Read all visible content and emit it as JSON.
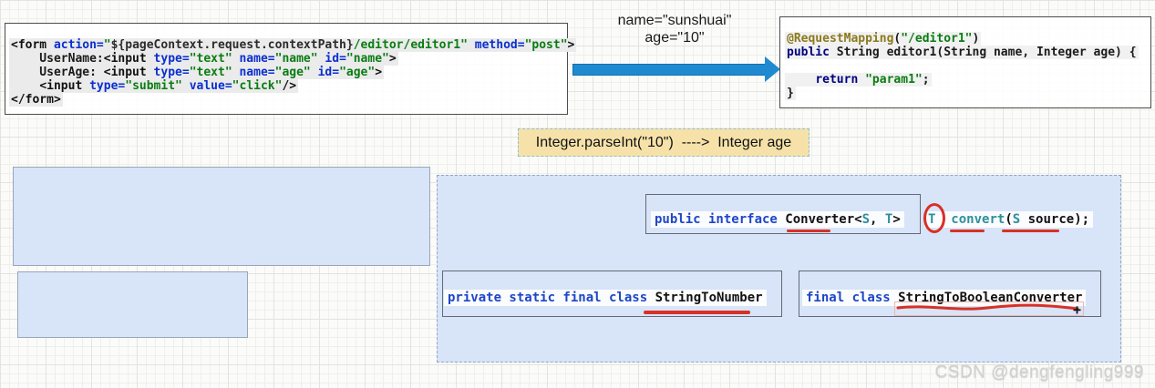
{
  "transfer": {
    "line1": "name=\"sunshuai\"",
    "line2": "age=\"10\""
  },
  "note": {
    "text": "Integer.parseInt(\"10\")  ---->  Integer age"
  },
  "watermark": "CSDN @dengfengling999",
  "colors": {
    "arrow_blue": "#1e8bd1",
    "panel_blue": "#d8e4f7",
    "note_yellow": "#f6e2a9",
    "annotation_red": "#d93025",
    "keyword_blue": "#1e46c8",
    "keyword_navy": "#00007f",
    "string_green": "#0a7d12",
    "type_teal": "#2e8f9c",
    "annotation_olive": "#8a7a1c"
  },
  "jsp_code": {
    "lines": [
      [
        [
          "tag",
          "<form "
        ],
        [
          "attr",
          "action="
        ],
        [
          "str",
          "\""
        ],
        [
          "el",
          "${pageContext.request.contextPath}"
        ],
        [
          "str",
          "/editor/editor1\""
        ],
        [
          "plain",
          " "
        ],
        [
          "attr",
          "method="
        ],
        [
          "str",
          "\"post\""
        ],
        [
          "tag",
          ">"
        ]
      ],
      [
        [
          "plain",
          "    UserName:"
        ],
        [
          "tag",
          "<input "
        ],
        [
          "attr",
          "type="
        ],
        [
          "str",
          "\"text\""
        ],
        [
          "plain",
          " "
        ],
        [
          "attr",
          "name="
        ],
        [
          "str",
          "\"name\""
        ],
        [
          "plain",
          " "
        ],
        [
          "attr",
          "id="
        ],
        [
          "str",
          "\"name\""
        ],
        [
          "tag",
          ">"
        ]
      ],
      [
        [
          "plain",
          "    UserAge: "
        ],
        [
          "tag",
          "<input "
        ],
        [
          "attr",
          "type="
        ],
        [
          "str",
          "\"text\""
        ],
        [
          "plain",
          " "
        ],
        [
          "attr",
          "name="
        ],
        [
          "str",
          "\"age\""
        ],
        [
          "plain",
          " "
        ],
        [
          "attr",
          "id="
        ],
        [
          "str",
          "\"age\""
        ],
        [
          "tag",
          ">"
        ]
      ],
      [
        [
          "plain",
          "    "
        ],
        [
          "tag",
          "<input "
        ],
        [
          "attr",
          "type="
        ],
        [
          "str",
          "\"submit\""
        ],
        [
          "plain",
          " "
        ],
        [
          "attr",
          "value="
        ],
        [
          "str",
          "\"click\""
        ],
        [
          "tag",
          "/>"
        ]
      ],
      [
        [
          "tag",
          "</form>"
        ]
      ]
    ]
  },
  "java_code": {
    "lines": [
      [
        [
          "ann",
          "@RequestMapping"
        ],
        [
          "plain",
          "("
        ],
        [
          "str",
          "\"/editor1\""
        ],
        [
          "plain",
          ")"
        ]
      ],
      [
        [
          "kw",
          "public"
        ],
        [
          "plain",
          " String editor1(String name, Integer age) {"
        ]
      ],
      [],
      [
        [
          "plain",
          "    "
        ],
        [
          "kw",
          "return"
        ],
        [
          "plain",
          " "
        ],
        [
          "str",
          "\"param1\""
        ],
        [
          "plain",
          ";"
        ]
      ],
      [
        [
          "plain",
          "}"
        ]
      ]
    ]
  },
  "converter_interface": {
    "lines": [
      [
        [
          "kwb",
          "public interface "
        ],
        [
          "plainb",
          "Converter"
        ],
        [
          "plainb",
          "<"
        ],
        [
          "typ",
          "S"
        ],
        [
          "plainb",
          ", "
        ],
        [
          "typ",
          "T"
        ],
        [
          "plainb",
          ">"
        ]
      ]
    ]
  },
  "convert_method": {
    "lines": [
      [
        [
          "typ",
          "T"
        ],
        [
          "plainb",
          "  "
        ],
        [
          "typ",
          "convert"
        ],
        [
          "plainb",
          "("
        ],
        [
          "typ",
          "S"
        ],
        [
          "plainb",
          " source);"
        ]
      ]
    ]
  },
  "string_to_number": {
    "lines": [
      [
        [
          "kwb",
          "private static final class "
        ],
        [
          "plainb",
          "StringToNumber"
        ]
      ]
    ]
  },
  "string_to_boolean": {
    "lines": [
      [
        [
          "kwb",
          "final class "
        ],
        [
          "plainb",
          "StringToBooleanConverter"
        ]
      ]
    ]
  },
  "cursor": {
    "glyph": "+"
  }
}
